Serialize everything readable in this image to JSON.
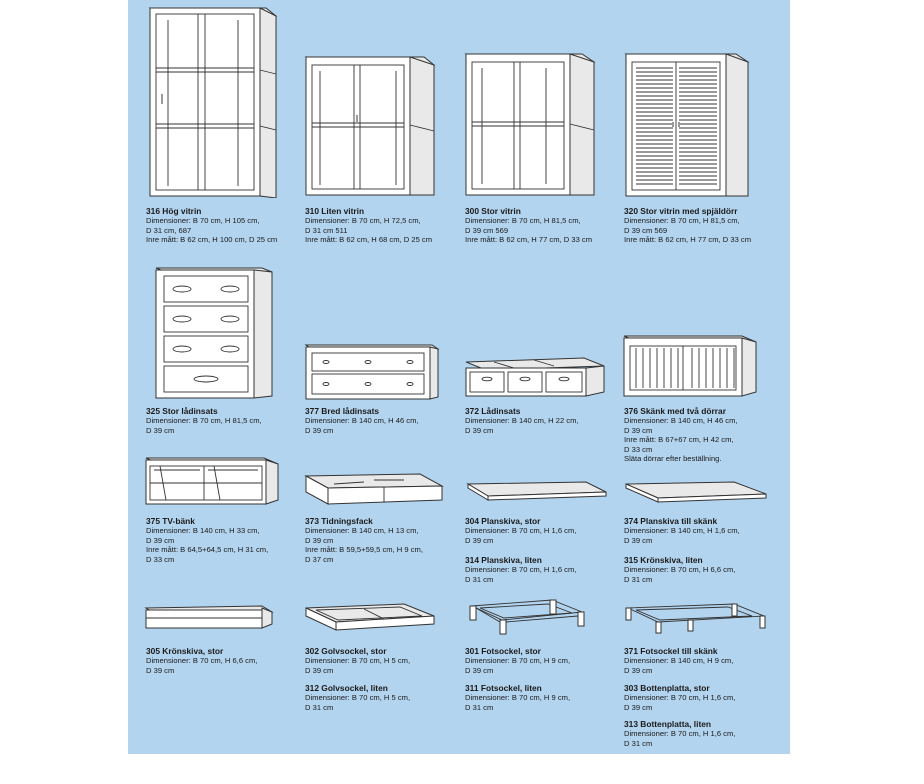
{
  "products": [
    {
      "id": "p316",
      "title": "316 Hög vitrin",
      "lines": [
        "Dimensioner: B 70 cm, H 105 cm,",
        "D 31 cm, 687",
        "Inre mått:  B 62 cm, H 100 cm, D 25 cm"
      ]
    },
    {
      "id": "p310",
      "title": "310 Liten vitrin",
      "lines": [
        "Dimensioner: B 70 cm, H 72,5 cm,",
        "D 31 cm 511",
        "Inre mått: B 62 cm, H 68 cm, D 25 cm"
      ]
    },
    {
      "id": "p300",
      "title": "300 Stor vitrin",
      "lines": [
        "Dimensioner: B 70 cm, H 81,5 cm,",
        "D 39 cm 569",
        "Inre mått: B 62 cm, H 77 cm, D 33 cm"
      ]
    },
    {
      "id": "p320",
      "title": "320 Stor vitrin med spjäldörr",
      "lines": [
        "Dimensioner: B 70 cm, H 81,5 cm,",
        "D 39 cm 569",
        "Inre mått: B 62 cm, H 77 cm, D 33 cm"
      ]
    },
    {
      "id": "p325",
      "title": "325 Stor lådinsats",
      "lines": [
        "Dimensioner: B 70 cm, H 81,5 cm,",
        "D 39 cm"
      ]
    },
    {
      "id": "p377",
      "title": "377 Bred lådinsats",
      "lines": [
        "Dimensioner: B 140 cm, H 46 cm,",
        "D 39 cm"
      ]
    },
    {
      "id": "p372",
      "title": "372 Lådinsats",
      "lines": [
        "Dimensioner: B 140 cm, H 22 cm,",
        "D 39 cm"
      ]
    },
    {
      "id": "p376",
      "title": "376 Skänk med två dörrar",
      "lines": [
        "Dimensioner: B 140 cm, H 46 cm,",
        "D 39 cm",
        "Inre mått: B 67+67 cm, H 42 cm,",
        "D 33 cm",
        "Släta dörrar efter beställning."
      ]
    },
    {
      "id": "p375",
      "title": "375 TV-bänk",
      "lines": [
        "Dimensioner: B 140 cm, H 33 cm,",
        "D 39 cm",
        "Inre mått: B 64,5+64,5 cm, H 31 cm,",
        "D 33 cm"
      ]
    },
    {
      "id": "p373",
      "title": "373 Tidningsfack",
      "lines": [
        "Dimensioner: B 140 cm, H 13 cm,",
        "D 39 cm",
        "Inre mått: B 59,5+59,5 cm, H 9 cm,",
        "D 37 cm"
      ]
    },
    {
      "id": "p304",
      "title": "304 Planskiva, stor",
      "lines": [
        "Dimensioner: B 70 cm, H 1,6 cm,",
        "D 39 cm"
      ]
    },
    {
      "id": "p314",
      "title": "314 Planskiva, liten",
      "lines": [
        "Dimensioner: B 70 cm, H 1,6 cm,",
        "D 31 cm"
      ]
    },
    {
      "id": "p374",
      "title": "374 Planskiva till skänk",
      "lines": [
        "Dimensioner: B 140 cm, H 1,6 cm,",
        "D 39 cm"
      ]
    },
    {
      "id": "p315",
      "title": "315 Krönskiva, liten",
      "lines": [
        "Dimensioner: B 70 cm, H 6,6 cm,",
        "D 31 cm"
      ]
    },
    {
      "id": "p305",
      "title": "305 Krönskiva, stor",
      "lines": [
        "Dimensioner: B 70 cm, H 6,6 cm,",
        "D 39 cm"
      ]
    },
    {
      "id": "p302",
      "title": "302 Golvsockel, stor",
      "lines": [
        "Dimensioner: B 70 cm, H 5 cm,",
        "D 39 cm"
      ]
    },
    {
      "id": "p312",
      "title": "312 Golvsockel, liten",
      "lines": [
        "Dimensioner: B 70 cm, H 5 cm,",
        "D 31 cm"
      ]
    },
    {
      "id": "p301",
      "title": "301 Fotsockel, stor",
      "lines": [
        "Dimensioner: B 70 cm, H 9 cm,",
        "D 39 cm"
      ]
    },
    {
      "id": "p311",
      "title": "311 Fotsockel, liten",
      "lines": [
        "Dimensioner: B 70 cm, H 9 cm,",
        "D 31 cm"
      ]
    },
    {
      "id": "p371",
      "title": "371 Fotsockel till skänk",
      "lines": [
        "Dimensioner: B 140 cm, H 9 cm,",
        "D 39 cm"
      ]
    },
    {
      "id": "p303",
      "title": "303 Bottenplatta, stor",
      "lines": [
        "Dimensioner: B 70 cm, H 1,6 cm,",
        "D 39 cm"
      ]
    },
    {
      "id": "p313",
      "title": "313 Bottenplatta, liten",
      "lines": [
        "Dimensioner: B 70 cm, H 1,6 cm,",
        "D 31 cm"
      ]
    }
  ],
  "colors": {
    "sheet_background": "#b3d4ef",
    "line_art": "#333333",
    "page_background": "#ffffff"
  }
}
